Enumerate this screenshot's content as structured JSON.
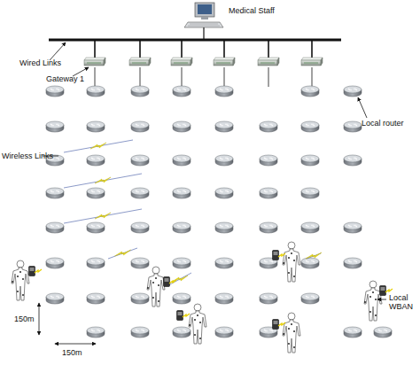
{
  "diagram": {
    "labels": [
      "Medical Staff",
      "Wired Links",
      "Gateway 1",
      "Local router",
      "Wireless Links",
      "Local WBAN",
      "150m",
      "150m"
    ]
  }
}
